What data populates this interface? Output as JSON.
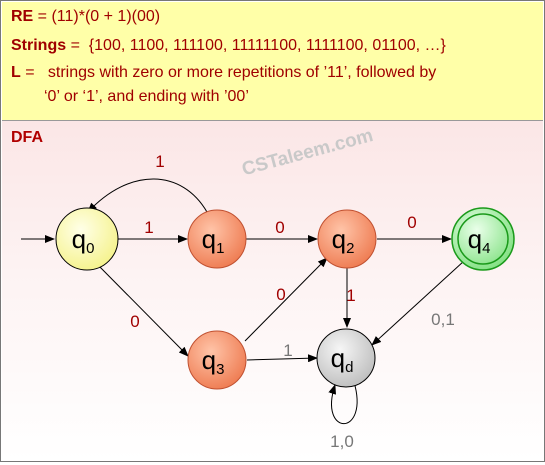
{
  "header": {
    "re_label": "RE",
    "re_value": " = (11)*(0 + 1)(00)",
    "strings_label": "Strings",
    "strings_value": " =  {100, 1100, 111100, 11111100, 1111100, 01100, …}",
    "l_label": "L",
    "l_value": " =   strings with zero or more repetitions of ’11’, followed by",
    "l_value_cont": "‘0’ or ‘1’, and ending with ’00’"
  },
  "diagram": {
    "title": "DFA",
    "watermark": "CSTaleem.com",
    "states": [
      {
        "id": "q0",
        "main": "q",
        "sub": "0",
        "fill": "#ffffb0"
      },
      {
        "id": "q1",
        "main": "q",
        "sub": "1",
        "fill": "#f58a62"
      },
      {
        "id": "q2",
        "main": "q",
        "sub": "2",
        "fill": "#f58a62"
      },
      {
        "id": "q3",
        "main": "q",
        "sub": "3",
        "fill": "#f58a62"
      },
      {
        "id": "q4",
        "main": "q",
        "sub": "4",
        "fill": "#a6f2a6",
        "accepting": true
      },
      {
        "id": "qd",
        "main": "q",
        "sub": "d",
        "fill": "#d8d8d8"
      }
    ],
    "transitions": [
      {
        "from": "q1",
        "to": "q0",
        "label": "1"
      },
      {
        "from": "q0",
        "to": "q1",
        "label": "1"
      },
      {
        "from": "q1",
        "to": "q2",
        "label": "0"
      },
      {
        "from": "q2",
        "to": "q4",
        "label": "0"
      },
      {
        "from": "q0",
        "to": "q3",
        "label": "0"
      },
      {
        "from": "q3",
        "to": "q2",
        "label": "0"
      },
      {
        "from": "q2",
        "to": "qd",
        "label": "1"
      },
      {
        "from": "q3",
        "to": "qd",
        "label": "1"
      },
      {
        "from": "q4",
        "to": "qd",
        "label": "0,1"
      },
      {
        "from": "qd",
        "to": "qd",
        "label": "1,0"
      }
    ]
  }
}
